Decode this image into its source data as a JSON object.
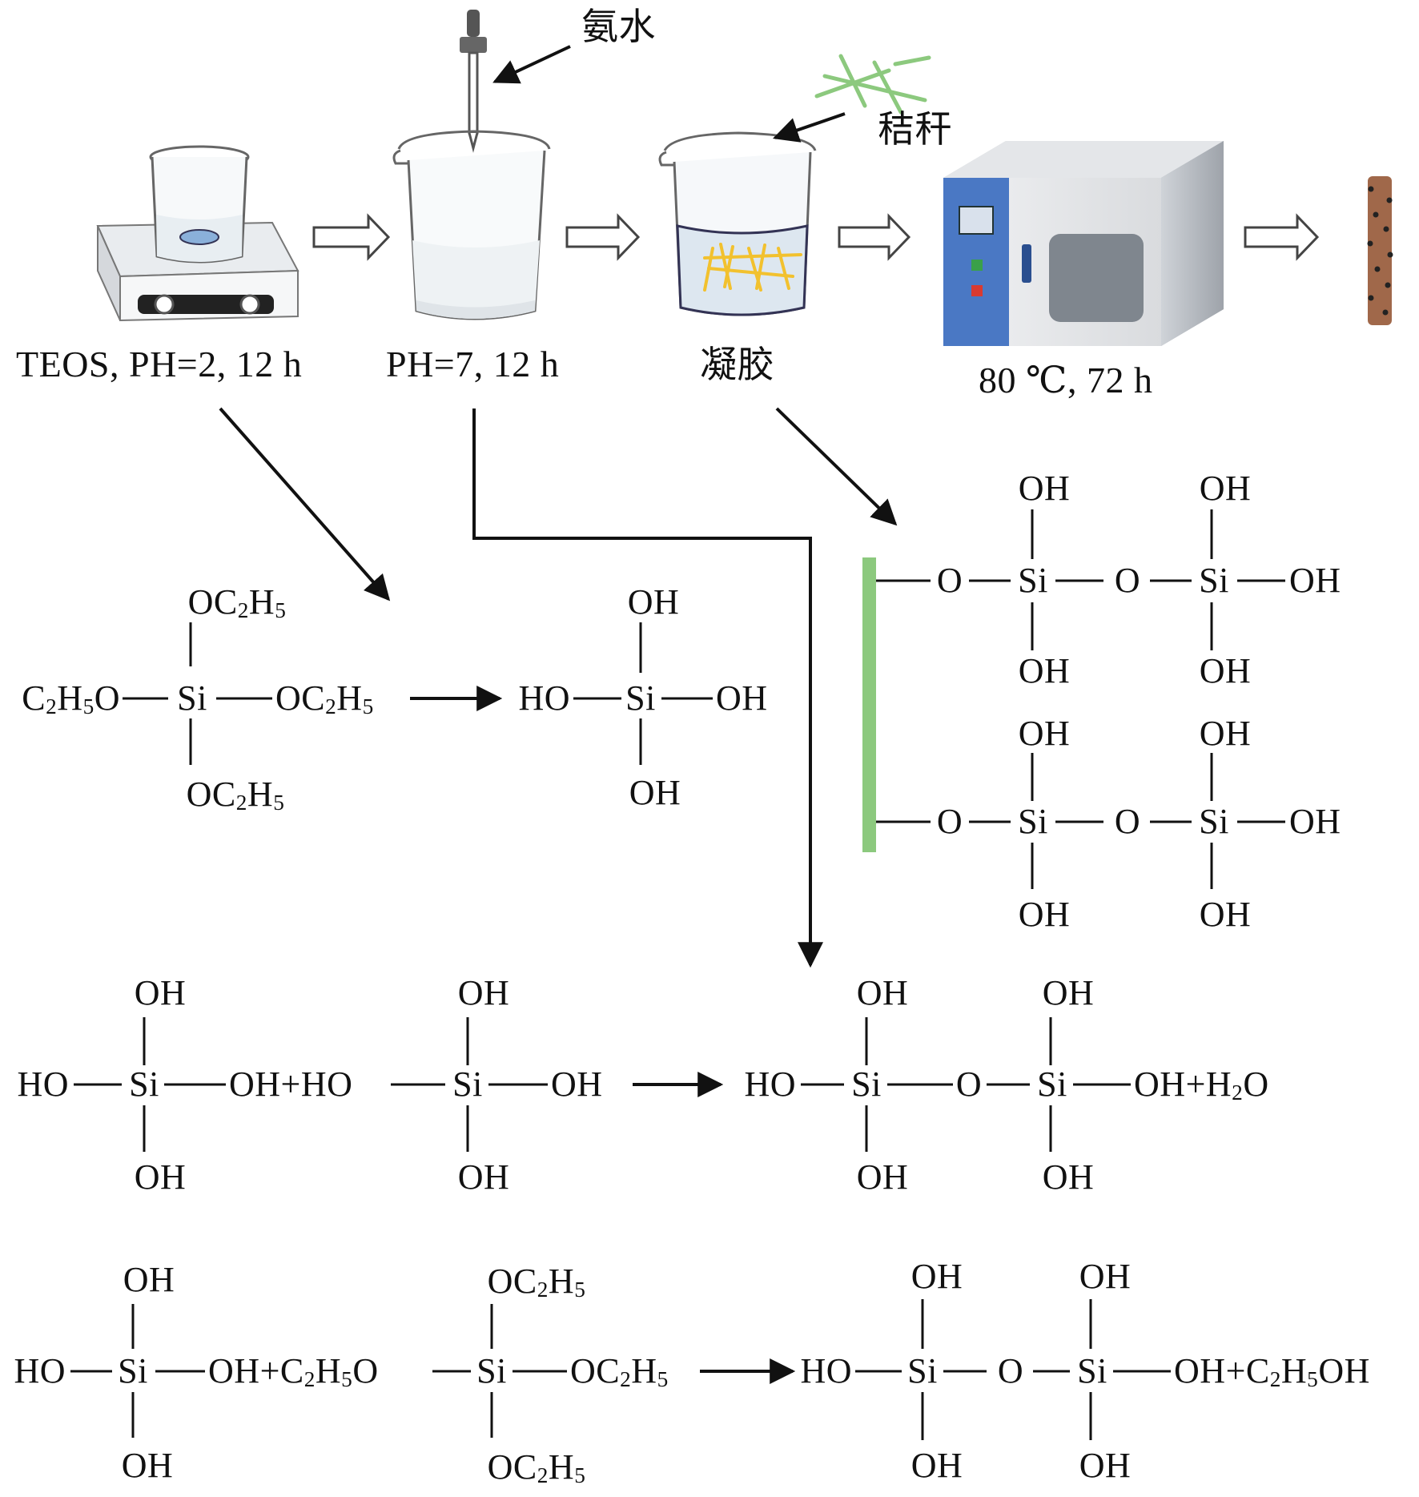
{
  "process": {
    "ammonia": "氨水",
    "straw": "秸秆",
    "step1": "TEOS, PH=2, 12 h",
    "step2": "PH=7, 12 h",
    "step3": "凝胶",
    "step4": "80 ℃, 72 h"
  },
  "groups": {
    "oh": "OH",
    "ho": "HO",
    "si": "Si",
    "o": "O",
    "oet": "OC₂H₅",
    "eto": "C₂H₅O",
    "oh_plus_ho": "OH+HO",
    "oh_plus_h2o": "OH+H₂O",
    "oh_plus_eto": "OH+C₂H₅O",
    "oh_plus_etoh": "OH+C₂H₅OH"
  },
  "colors": {
    "straw_green": "#8cc97e",
    "straw_yellow": "#f2c12e",
    "oven_blue": "#4a78c4",
    "line": "#111111"
  }
}
